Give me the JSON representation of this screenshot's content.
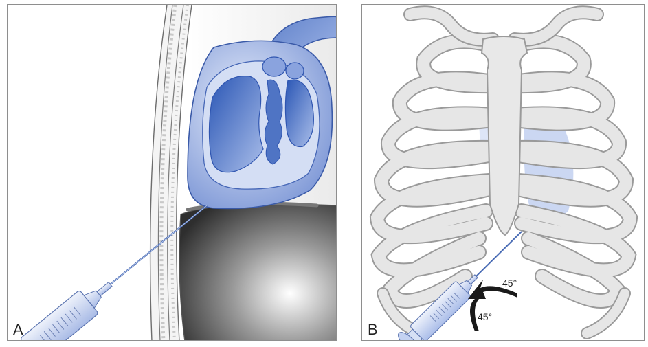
{
  "figure": {
    "panel_a": {
      "label": "A"
    },
    "panel_b": {
      "label": "B",
      "angle_labels": [
        "45°",
        "45°"
      ]
    }
  },
  "colors": {
    "heart_blue": "#3f67b8",
    "heart_light": "#b9c9ee",
    "bone": "#e4e4e4",
    "bone_outline": "#9a9a9a",
    "syringe": "#c9d6f2",
    "arrow": "#1a1a1a"
  }
}
